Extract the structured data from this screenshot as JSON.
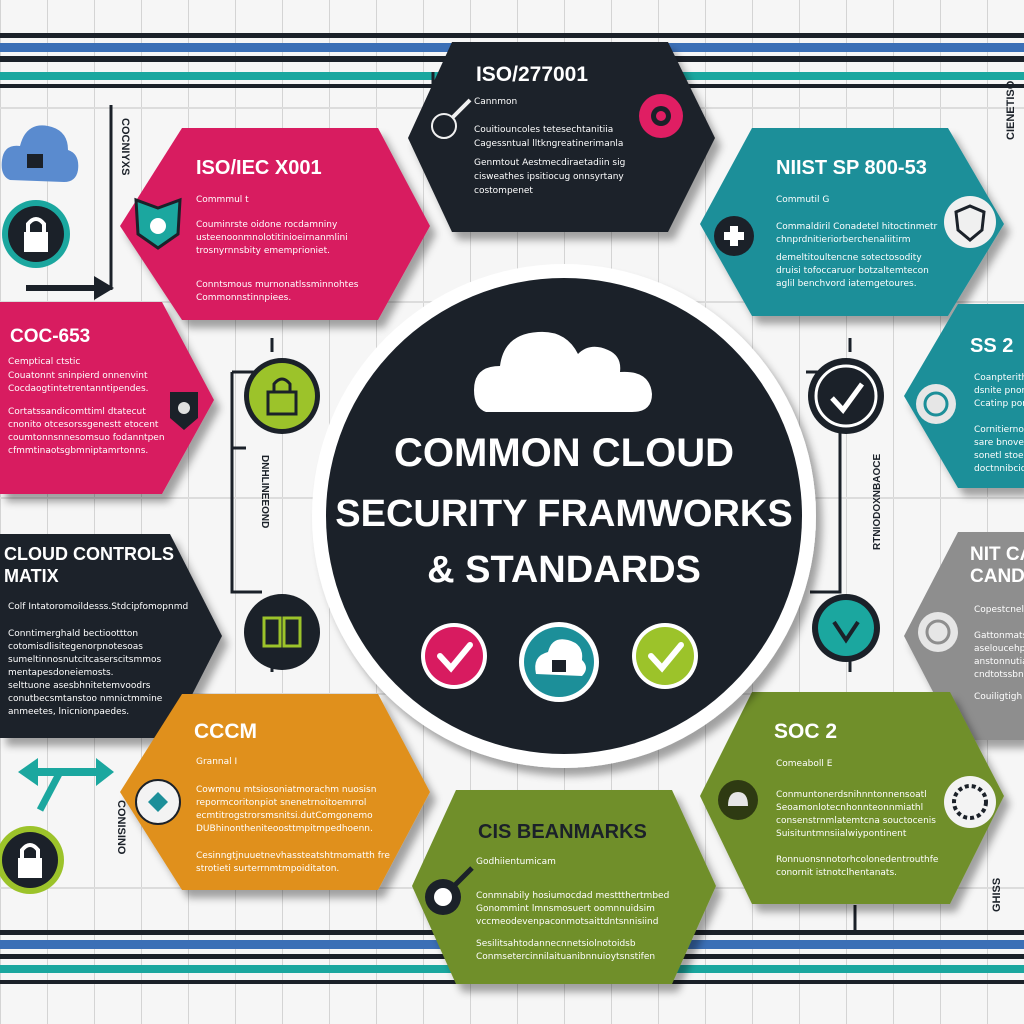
{
  "center": {
    "title_line1": "COMMON CLOUD",
    "title_line2": "SECURITY FRAMWORKS",
    "title_line3": "& STANDARDS",
    "icons": [
      "check-circle-icon",
      "cloud-lock-icon",
      "check-circle-icon"
    ]
  },
  "colors": {
    "pink": "#d81b60",
    "navy": "#1b2129",
    "teal": "#1c8f99",
    "orange": "#e0901b",
    "olive": "#6f8f2a",
    "gray": "#8e8e8e",
    "lime": "#9cc32a"
  },
  "frameworks": {
    "iso27001": {
      "title": "ISO/277001",
      "sub": "Cannmon",
      "lines": [
        "Couitiouncoles tetesechtanitiia",
        "Cagessntual lltkngreatinerimanla",
        "Genmtout Aestmecdiraetadiin sig",
        "cisweathes ipsitiocug onnsyrtany",
        "costompenet"
      ]
    },
    "isoiec": {
      "title": "ISO/IEC X001",
      "sub": "Commmul t",
      "lines": [
        "Couminrste oidone rocdamniny",
        "usteenoonmnolotitinioeirnanmlini",
        "trosnyrnnsbity ememprioniet.",
        "Conntsmous murnonatlssminnohtes",
        "Commonnstinnpiees."
      ]
    },
    "nist": {
      "title": "NIIST SP 800-53",
      "sub": "Commutil G",
      "lines": [
        "Commaldiril Conadetel hitoctinmetr",
        "chnprdnitieriorberchenaliitirm",
        "demeltitoultencne sotectosodity",
        "druisi tofoccaruor botzaltemtecon",
        "aglil benchvord iatemgetoures."
      ]
    },
    "coc": {
      "title": "COC-653",
      "sub": "Cemptical ctstic",
      "lines": [
        "Couatonnt sninpierd onnenvint",
        "Cocdaogtintetrentanntipendes.",
        "Cortatssandicomttiml dtatecut",
        "cnonito otcesorssgenestt etocent",
        "coumtonnsnnesomsuo fodanntpen",
        "cfmmtinaotsgbmniptamrtonns."
      ]
    },
    "ss2": {
      "title": "SS 2",
      "lines": [
        "Coanpterithu",
        "dsnite pnone",
        "Ccatinp ponyc",
        "Cornitiernoc",
        "sare bnoverni",
        "sonetl stoerh",
        "doctnnibcidtes"
      ]
    },
    "ccmatrix": {
      "title_line1": "CLOUD CONTROLS",
      "title_line2": "MATIX",
      "sub": "Colf Intatoromoildesss.Stdcipfomopnmd",
      "lines": [
        "Conntimerghald bectioottton",
        "cotomisdlisitegenorpnotesoas",
        "sumeltinnosnutcitcaserscitsmmos",
        "mentapesdoneiemosts.",
        "selttuone asesbhnitetemvoodrs",
        "conutbecsmtanstoo nmnictmmine",
        "anmeetes, lnicnionpaedes."
      ]
    },
    "nitcan": {
      "title_line1": "NIT CA",
      "title_line2": "CANDS",
      "lines": [
        "Copestcneline",
        "Gattonmatsc",
        "aseloucehpwe",
        "anstonnutiae",
        "cndtotssbntte",
        "Couiligtigh"
      ]
    },
    "ccm": {
      "title": "CCCM",
      "sub": "Grannal I",
      "lines": [
        "Cowmonu mtsiosoniatmorachm nuosisn",
        "repormcoritonpiot snenetrnoitoemrrol",
        "ecmtitrogstrorsmsnitsi.dutComgonemo",
        "DUBhinontheniteoosttmpitmpedhoenn.",
        "Cesinngtjnuuetnevhassteatshtmomatth fre",
        "strotieti surterrnmtmpoiditaton."
      ]
    },
    "soc2": {
      "title": "SOC 2",
      "sub": "Comeaboll E",
      "lines": [
        "Conmuntonerdsnihnntonnensoatl",
        "Seoamonlotecnhonnteonnmiathl",
        "consenstrnmlatemtcna souctocenis",
        "Suisituntmnsiialwiypontinent",
        "Ronnuonsnnotorhcolonedentrouthfe",
        "conornit istnotclhentanats."
      ]
    },
    "cis": {
      "title": "CIS BEANMARKS",
      "sub": "Godhiientumicam",
      "lines": [
        "Conmnabily hosiumocdad mesttthertmbed",
        "Gonommint lmnsmosuert oomnnuidsim",
        "vccmeodevenpaconmotsaittdntsnnisiind",
        "Sesilitsahtodannecnnetsiolnotoidsb",
        "Conmsetercinnilaituanibnnuioytsnstifen"
      ]
    }
  },
  "side_labels": {
    "left_top": "COCNIYXS",
    "left_mid": "DNHLINEEOND",
    "left_bottom": "CONISINO",
    "right_top": "CIENETISO",
    "right_mid": "RTNIODOXNBAOCE",
    "right_bottom": "GHISS"
  }
}
